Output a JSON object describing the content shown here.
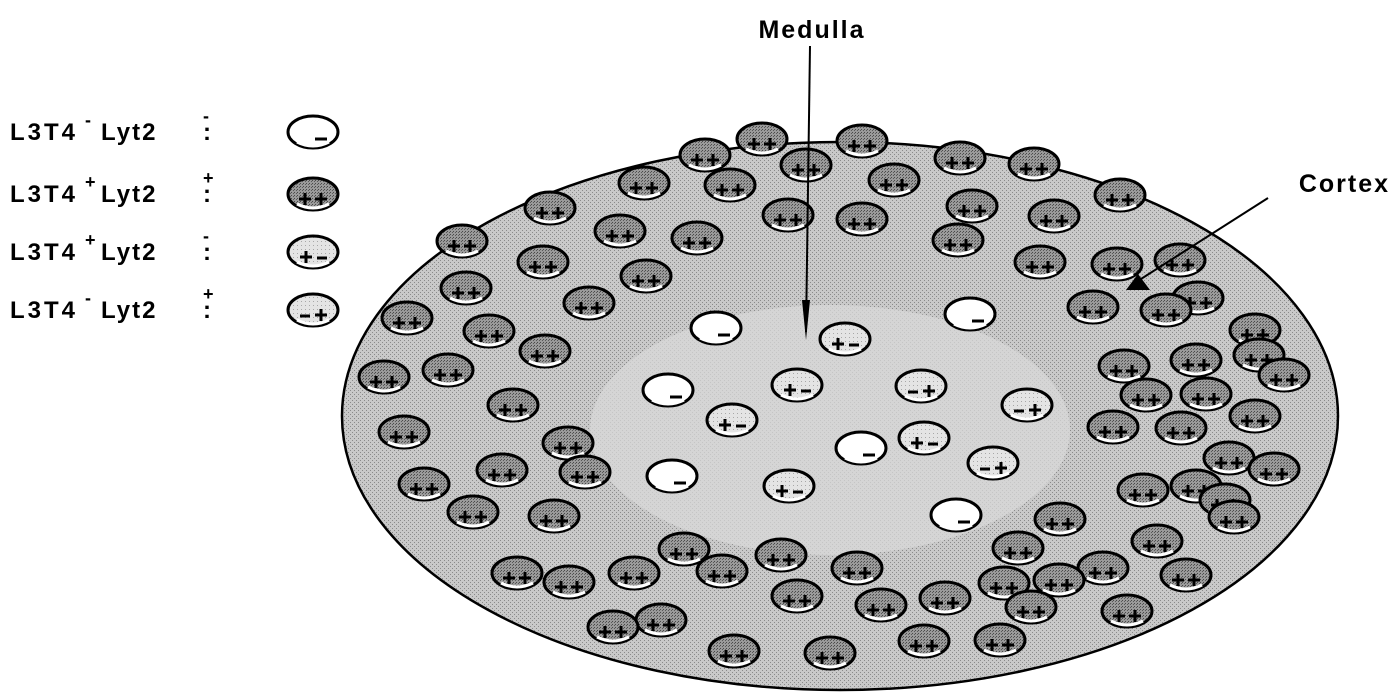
{
  "labels": {
    "medulla": "Medulla",
    "cortex": "Cortex"
  },
  "legend": [
    {
      "marker": "L3T4",
      "marker_sign": "-",
      "co_marker": "Lyt2",
      "co_marker_sign": "-",
      "cell_type": "double-negative",
      "cell_symbols": "-"
    },
    {
      "marker": "L3T4",
      "marker_sign": "+",
      "co_marker": "Lyt2",
      "co_marker_sign": "+",
      "cell_type": "double-positive",
      "cell_symbols": "++"
    },
    {
      "marker": "L3T4",
      "marker_sign": "+",
      "co_marker": "Lyt2",
      "co_marker_sign": "-",
      "cell_type": "L3T4-single-positive",
      "cell_symbols": "+-"
    },
    {
      "marker": "L3T4",
      "marker_sign": "-",
      "co_marker": "Lyt2",
      "co_marker_sign": "+",
      "cell_type": "Lyt2-single-positive",
      "cell_symbols": "-+"
    }
  ],
  "colors": {
    "cortex_fill": "#c6c6c6",
    "medulla_fill": "#d9d9d9",
    "double_positive_fill": "#8f8f8f",
    "single_positive_fill": "#e2e2e2",
    "double_negative_fill": "#ffffff",
    "ink": "#000000"
  }
}
